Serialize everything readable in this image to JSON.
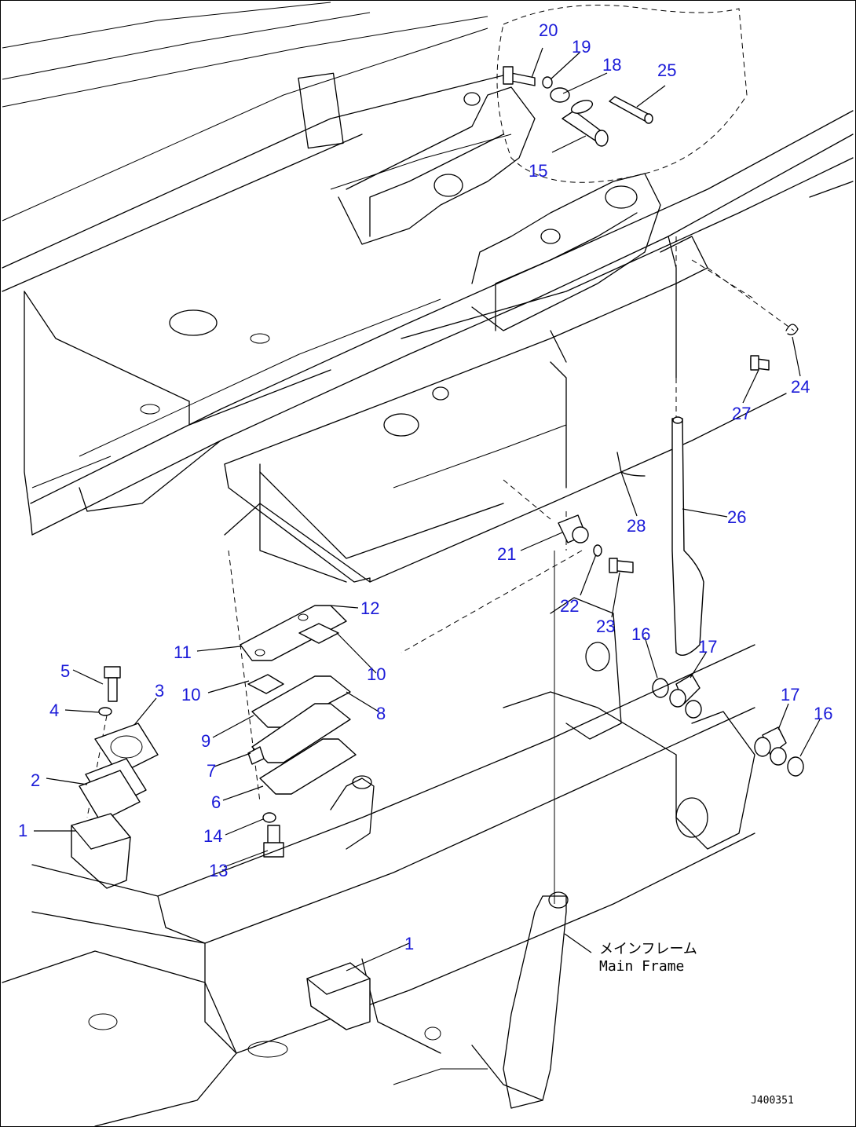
{
  "callouts": [
    {
      "id": "20",
      "label": "20"
    },
    {
      "id": "19",
      "label": "19"
    },
    {
      "id": "18",
      "label": "18"
    },
    {
      "id": "25",
      "label": "25"
    },
    {
      "id": "15",
      "label": "15"
    },
    {
      "id": "24",
      "label": "24"
    },
    {
      "id": "27",
      "label": "27"
    },
    {
      "id": "26",
      "label": "26"
    },
    {
      "id": "28",
      "label": "28"
    },
    {
      "id": "21",
      "label": "21"
    },
    {
      "id": "22",
      "label": "22"
    },
    {
      "id": "23",
      "label": "23"
    },
    {
      "id": "12",
      "label": "12"
    },
    {
      "id": "11",
      "label": "11"
    },
    {
      "id": "10a",
      "label": "10"
    },
    {
      "id": "10b",
      "label": "10"
    },
    {
      "id": "8",
      "label": "8"
    },
    {
      "id": "9",
      "label": "9"
    },
    {
      "id": "7",
      "label": "7"
    },
    {
      "id": "6",
      "label": "6"
    },
    {
      "id": "14",
      "label": "14"
    },
    {
      "id": "13",
      "label": "13"
    },
    {
      "id": "5",
      "label": "5"
    },
    {
      "id": "4",
      "label": "4"
    },
    {
      "id": "3",
      "label": "3"
    },
    {
      "id": "2",
      "label": "2"
    },
    {
      "id": "1a",
      "label": "1"
    },
    {
      "id": "1b",
      "label": "1"
    },
    {
      "id": "16a",
      "label": "16"
    },
    {
      "id": "17a",
      "label": "17"
    },
    {
      "id": "17b",
      "label": "17"
    },
    {
      "id": "16b",
      "label": "16"
    }
  ],
  "frame_label": {
    "jp": "メインフレーム",
    "en": "Main Frame"
  },
  "drawing_code": "J400351",
  "colors": {
    "callout": "#1a1ad8",
    "line": "#000000"
  }
}
